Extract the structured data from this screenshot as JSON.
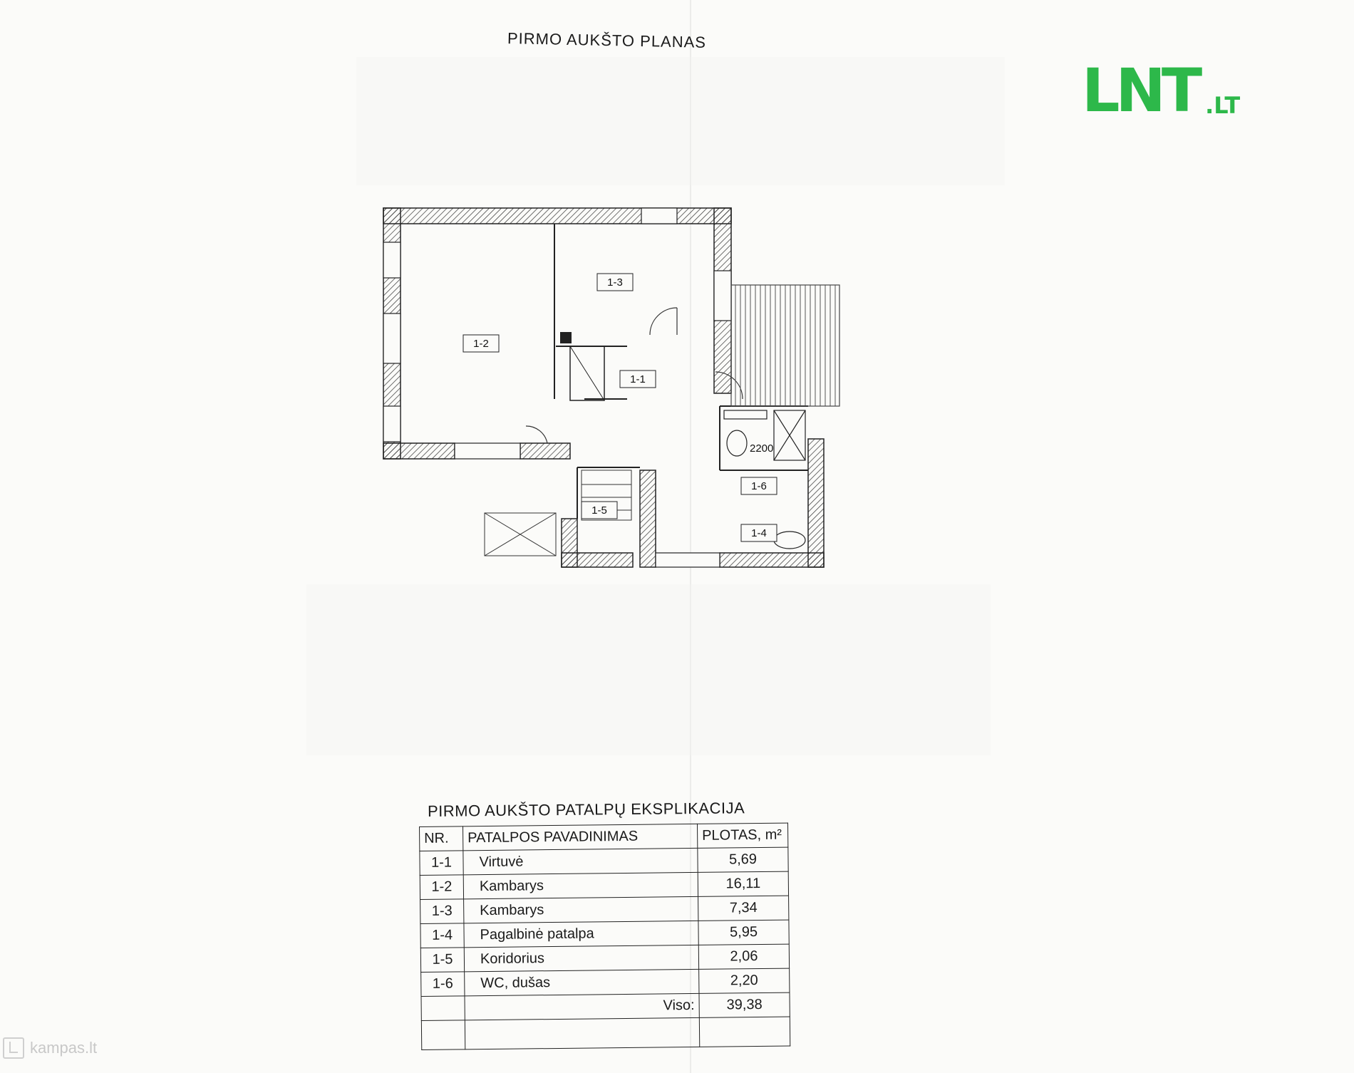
{
  "plan_title": "PIRMO AUKŠTO PLANAS",
  "logo": {
    "main": "LNT",
    "sub": ".LT",
    "color": "#2db84a"
  },
  "rooms": {
    "r12": "1-2",
    "r13": "1-3",
    "r11": "1-1",
    "r16": "1-6",
    "r15": "1-5",
    "r14": "1-4",
    "dim": "2200"
  },
  "explication": {
    "title": "PIRMO AUKŠTO PATALPŲ EKSPLIKACIJA",
    "headers": {
      "nr": "NR.",
      "name": "PATALPOS PAVADINIMAS",
      "area": "PLOTAS, m²"
    },
    "rows": [
      {
        "nr": "1-1",
        "name": "Virtuvė",
        "area": "5,69"
      },
      {
        "nr": "1-2",
        "name": "Kambarys",
        "area": "16,11"
      },
      {
        "nr": "1-3",
        "name": "Kambarys",
        "area": "7,34"
      },
      {
        "nr": "1-4",
        "name": "Pagalbinė patalpa",
        "area": "5,95"
      },
      {
        "nr": "1-5",
        "name": "Koridorius",
        "area": "2,06"
      },
      {
        "nr": "1-6",
        "name": "WC, dušas",
        "area": "2,20"
      }
    ],
    "total_label": "Viso:",
    "total_value": "39,38"
  },
  "watermark": "kampas.lt"
}
